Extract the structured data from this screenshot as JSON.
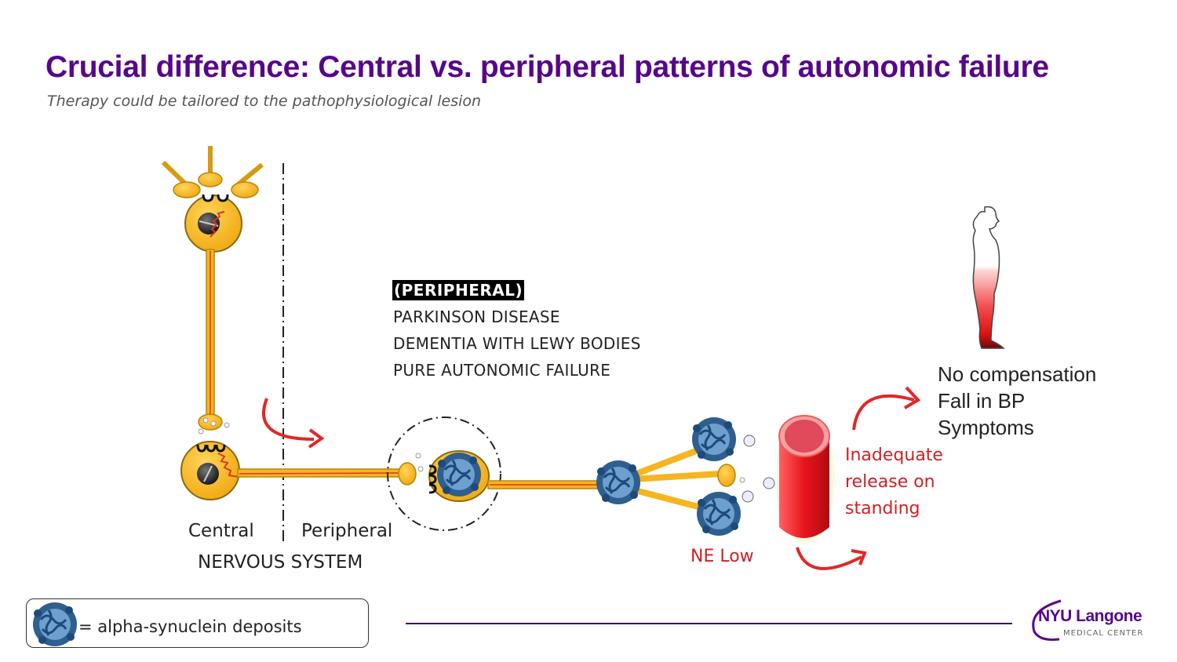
{
  "slide": {
    "title": "Crucial difference: Central vs. peripheral patterns of autonomic failure",
    "subtitle": "Therapy could be tailored to the pathophysiological lesion"
  },
  "diseases": {
    "tag": "(PERIPHERAL)",
    "items": [
      "PARKINSON DISEASE",
      "DEMENTIA WITH LEWY BODIES",
      "PURE AUTONOMIC FAILURE"
    ]
  },
  "nervous_system": {
    "central_label": "Central",
    "peripheral_label": "Peripheral",
    "system_label": "NERVOUS SYSTEM"
  },
  "ne_label": "NE Low",
  "release_label": [
    "Inadequate",
    "release on",
    "standing"
  ],
  "outcomes": [
    "No compensation",
    "Fall in BP",
    "Symptoms"
  ],
  "legend": {
    "icon": "alpha-synuclein-deposit-icon",
    "text": "= alpha-synuclein deposits"
  },
  "logo": {
    "name": "NYU Langone",
    "sub": "MEDICAL CENTER"
  },
  "colors": {
    "title": "#57068c",
    "neuron": "#f6b520",
    "neuron_outline": "#b8860b",
    "axon_signal": "#e0361a",
    "synuclein": "#2e5f8f",
    "accent_red": "#d21f24",
    "vessel": "#e8202a"
  }
}
